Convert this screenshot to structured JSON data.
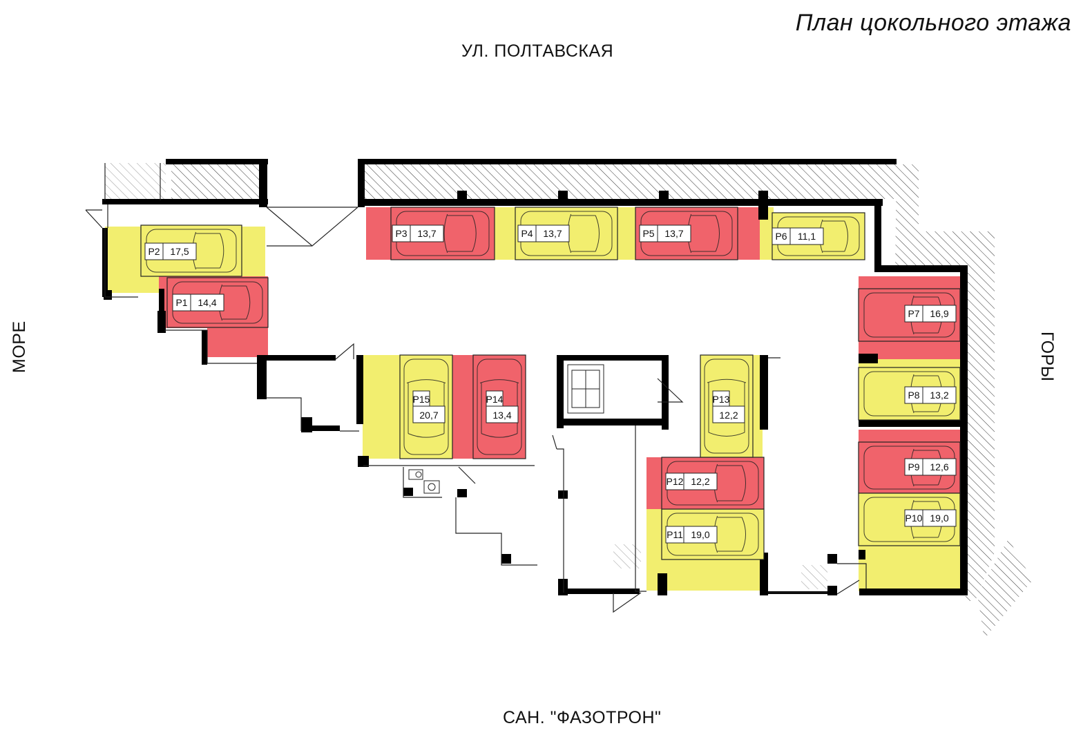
{
  "title": "План цокольного этажа",
  "streets": {
    "top": "УЛ. ПОЛТАВСКАЯ",
    "bottom": "САН.  \"ФАЗОТРОН\"",
    "left": "МОРЕ",
    "right": "ГОРЫ"
  },
  "colors": {
    "red": "#f0636b",
    "yellow": "#f2ee6f",
    "wall": "#000000",
    "hatch": "#333333"
  },
  "spaces": [
    {
      "id": "P1",
      "area": "14,4",
      "status": "red"
    },
    {
      "id": "P2",
      "area": "17,5",
      "status": "yellow"
    },
    {
      "id": "P3",
      "area": "13,7",
      "status": "red"
    },
    {
      "id": "P4",
      "area": "13,7",
      "status": "yellow"
    },
    {
      "id": "P5",
      "area": "13,7",
      "status": "red"
    },
    {
      "id": "P6",
      "area": "11,1",
      "status": "yellow"
    },
    {
      "id": "P7",
      "area": "16,9",
      "status": "red"
    },
    {
      "id": "P8",
      "area": "13,2",
      "status": "yellow"
    },
    {
      "id": "P9",
      "area": "12,6",
      "status": "red"
    },
    {
      "id": "P10",
      "area": "19,0",
      "status": "yellow"
    },
    {
      "id": "P11",
      "area": "19,0",
      "status": "yellow"
    },
    {
      "id": "P12",
      "area": "12,2",
      "status": "red"
    },
    {
      "id": "P13",
      "area": "12,2",
      "status": "yellow"
    },
    {
      "id": "P14",
      "area": "13,4",
      "status": "red"
    },
    {
      "id": "P15",
      "area": "20,7",
      "status": "yellow"
    }
  ]
}
